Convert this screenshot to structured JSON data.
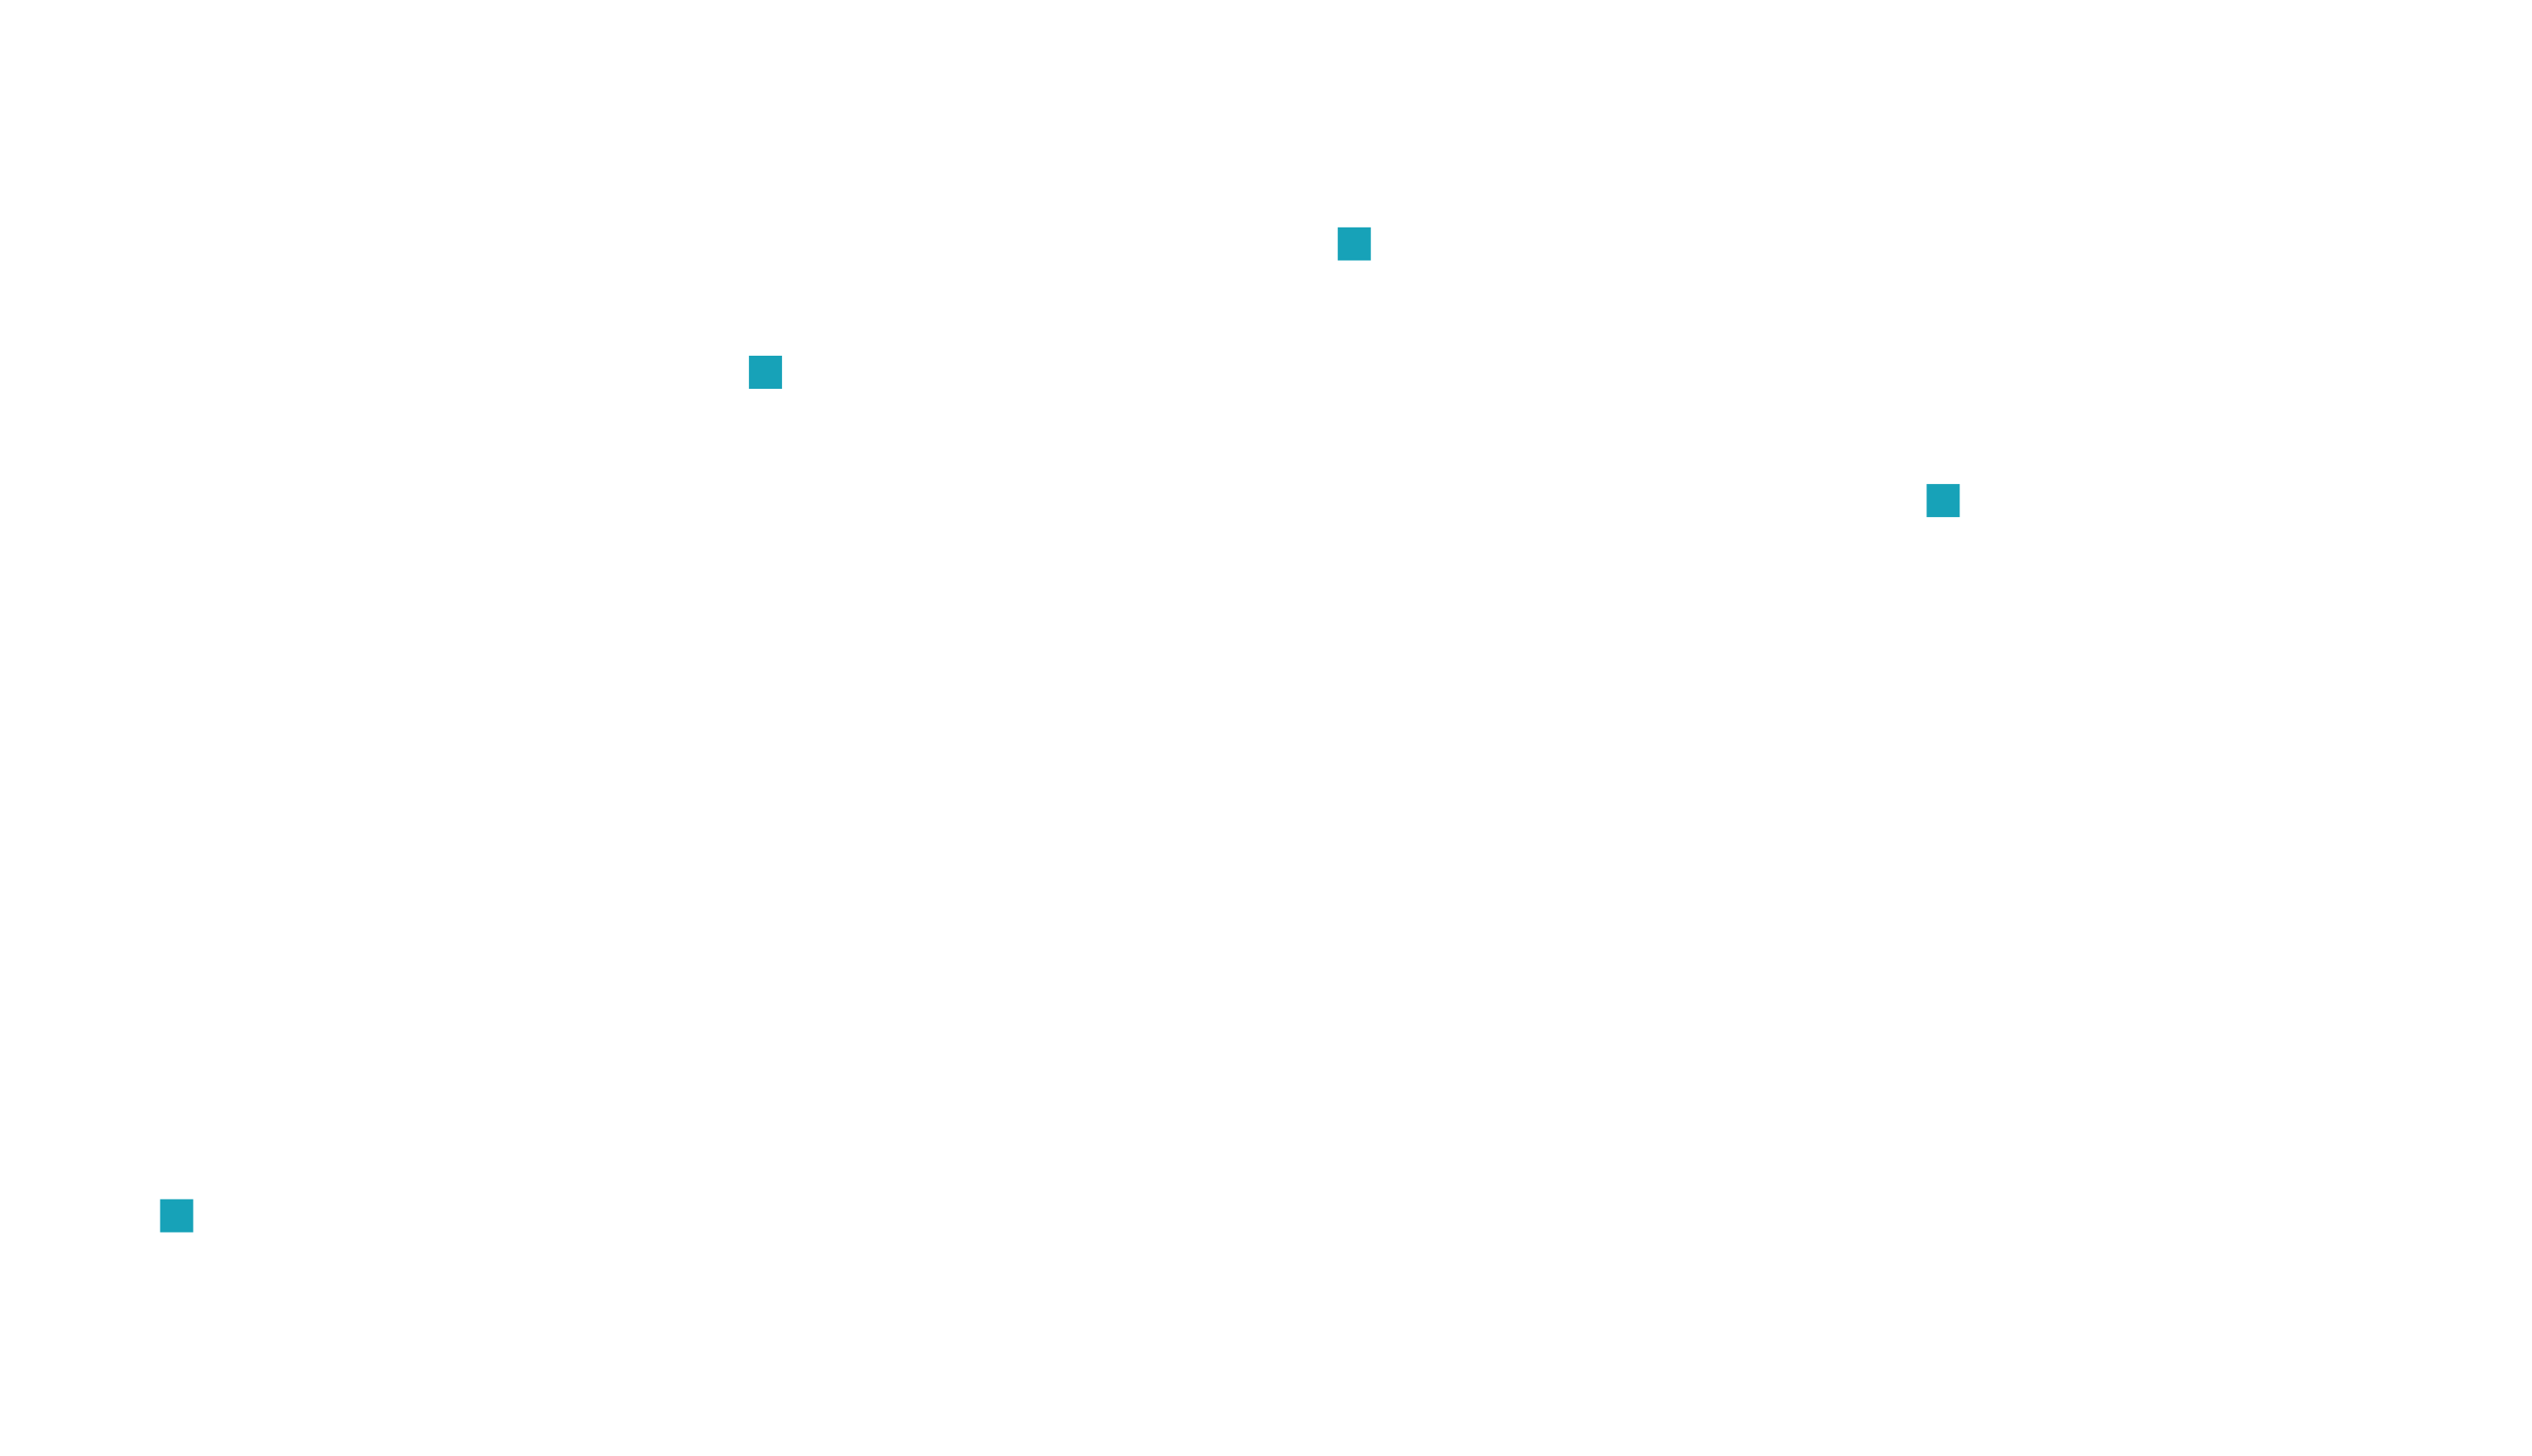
{
  "chart_data": {
    "type": "scatter",
    "marker": "square",
    "color": "#17a2b8",
    "x": [
      1,
      2,
      3,
      4
    ],
    "y": [
      1,
      5.6,
      6.3,
      4.9
    ],
    "xlim": [
      0.7,
      5.0
    ],
    "ylim": [
      -0.31,
      7.63
    ],
    "grid": false,
    "legend": "none",
    "title": "",
    "xlabel": "",
    "ylabel": ""
  }
}
